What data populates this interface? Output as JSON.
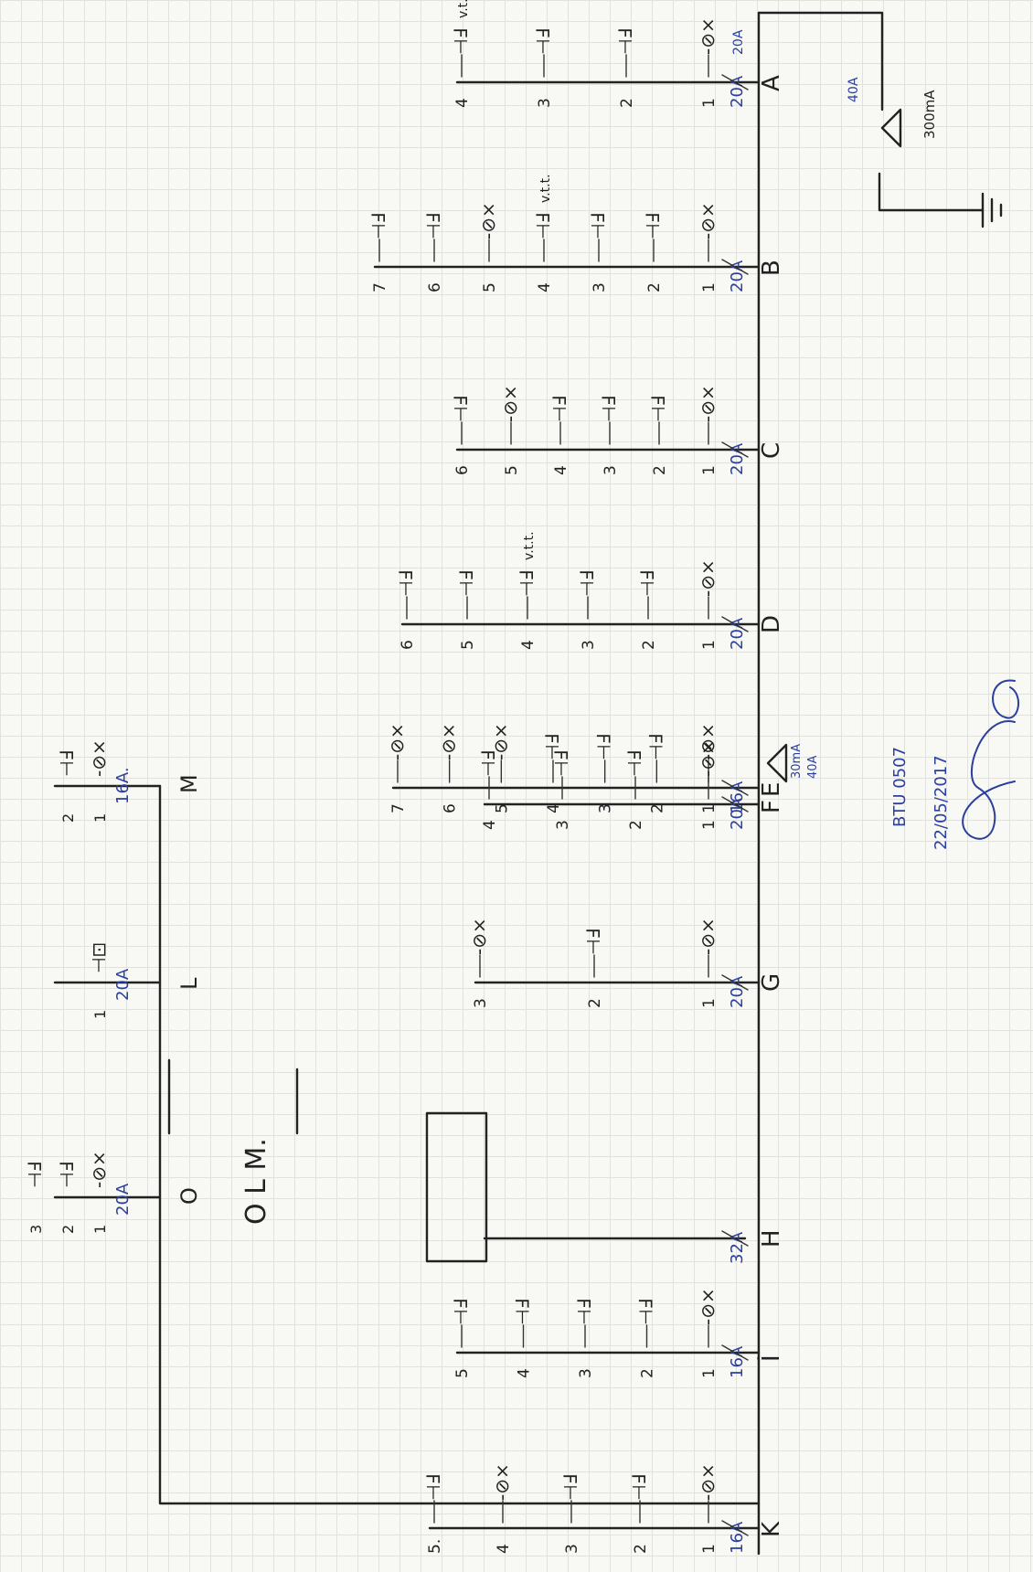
{
  "panels": [
    {
      "id": "A",
      "label": "A",
      "breaker": "20A",
      "extra": "20A",
      "circuits": [
        {
          "n": "1",
          "type": "light"
        },
        {
          "n": "2",
          "type": "socket"
        },
        {
          "n": "3",
          "type": "socket"
        },
        {
          "n": "4",
          "type": "socket",
          "note": "v.t."
        }
      ]
    },
    {
      "id": "B",
      "label": "B",
      "breaker": "20A",
      "circuits": [
        {
          "n": "1",
          "type": "light"
        },
        {
          "n": "2",
          "type": "socket"
        },
        {
          "n": "3",
          "type": "socket"
        },
        {
          "n": "4",
          "type": "socket",
          "note": "v.t.t."
        },
        {
          "n": "5",
          "type": "light"
        },
        {
          "n": "6",
          "type": "socket"
        },
        {
          "n": "7",
          "type": "socket"
        }
      ]
    },
    {
      "id": "C",
      "label": "C",
      "breaker": "20A",
      "circuits": [
        {
          "n": "1",
          "type": "light"
        },
        {
          "n": "2",
          "type": "socket"
        },
        {
          "n": "3",
          "type": "socket"
        },
        {
          "n": "4",
          "type": "socket"
        },
        {
          "n": "5",
          "type": "light"
        },
        {
          "n": "6",
          "type": "socket"
        }
      ]
    },
    {
      "id": "D",
      "label": "D",
      "breaker": "20A",
      "circuits": [
        {
          "n": "1",
          "type": "light"
        },
        {
          "n": "2",
          "type": "socket"
        },
        {
          "n": "3",
          "type": "socket"
        },
        {
          "n": "4",
          "type": "socket",
          "note": "v.t.t."
        },
        {
          "n": "5",
          "type": "socket"
        },
        {
          "n": "6",
          "type": "socket"
        }
      ]
    },
    {
      "id": "E",
      "label": "E",
      "breaker": "16A",
      "circuits": [
        {
          "n": "1",
          "type": "light"
        },
        {
          "n": "2",
          "type": "socket"
        },
        {
          "n": "3",
          "type": "socket"
        },
        {
          "n": "4",
          "type": "socket"
        },
        {
          "n": "5",
          "type": "light"
        },
        {
          "n": "6",
          "type": "light"
        },
        {
          "n": "7",
          "type": "light"
        }
      ]
    },
    {
      "id": "F",
      "label": "F",
      "breaker": "20A",
      "circuits": [
        {
          "n": "1",
          "type": "light"
        },
        {
          "n": "2",
          "type": "socket"
        },
        {
          "n": "3",
          "type": "socket"
        },
        {
          "n": "4",
          "type": "socket"
        }
      ]
    },
    {
      "id": "G",
      "label": "G",
      "breaker": "20A",
      "circuits": [
        {
          "n": "1",
          "type": "light"
        },
        {
          "n": "2",
          "type": "socket"
        },
        {
          "n": "3",
          "type": "light"
        }
      ]
    },
    {
      "id": "H",
      "label": "H",
      "breaker": "32A",
      "circuits": []
    },
    {
      "id": "I",
      "label": "İ",
      "breaker": "16A",
      "circuits": [
        {
          "n": "1",
          "type": "light"
        },
        {
          "n": "2",
          "type": "socket"
        },
        {
          "n": "3",
          "type": "socket"
        },
        {
          "n": "4",
          "type": "socket"
        },
        {
          "n": "5",
          "type": "socket"
        }
      ]
    },
    {
      "id": "K",
      "label": "K",
      "breaker": "16A",
      "circuits": [
        {
          "n": "1",
          "type": "light"
        },
        {
          "n": "2",
          "type": "socket"
        },
        {
          "n": "3",
          "type": "socket"
        },
        {
          "n": "4",
          "type": "light"
        },
        {
          "n": "5.",
          "type": "socket"
        }
      ]
    },
    {
      "id": "L",
      "label": "L",
      "breaker": "20A",
      "circuits": [
        {
          "n": "1",
          "type": "socket-box"
        }
      ]
    },
    {
      "id": "M",
      "label": "M",
      "breaker": "16A.",
      "circuits": [
        {
          "n": "1",
          "type": "light"
        },
        {
          "n": "2",
          "type": "socket"
        }
      ]
    },
    {
      "id": "O",
      "label": "O",
      "breaker": "20A",
      "circuits": [
        {
          "n": "1",
          "type": "light"
        },
        {
          "n": "2",
          "type": "socket"
        },
        {
          "n": "3",
          "type": "socket"
        }
      ]
    }
  ],
  "rcd_main": {
    "rating": "40A",
    "sensitivity": "300mA"
  },
  "rcd_f": {
    "rating": "40A",
    "sensitivity": "30mA"
  },
  "om_label": "O L M.",
  "note": {
    "line1": "BTU 0507",
    "line2": "22/05/2017"
  }
}
